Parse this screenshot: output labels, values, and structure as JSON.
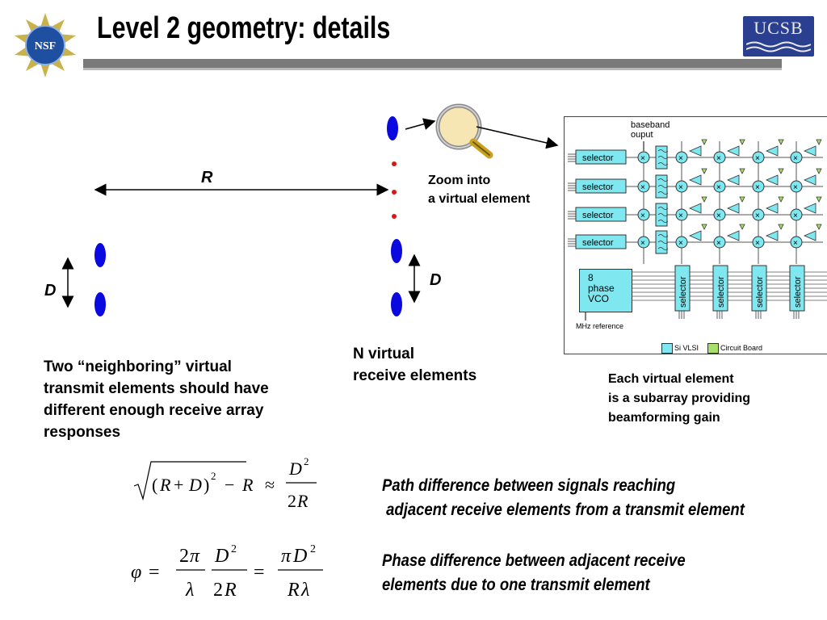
{
  "slide": {
    "title": "Level 2 geometry: details",
    "nsf_logo_text": "NSF",
    "ucsb_logo_text": "UCSB"
  },
  "geometry": {
    "r_label": "R",
    "d_left_label": "D",
    "d_right_label": "D",
    "zoom_label_line1": "Zoom into",
    "zoom_label_line2": "a virtual element",
    "n_virtual_line1": "N virtual",
    "n_virtual_line2": "receive elements",
    "neighbor_text": [
      "Two “neighboring” virtual",
      "transmit elements should have",
      "different enough receive array",
      "responses"
    ],
    "subarray_text": [
      "Each virtual element",
      "is a subarray providing",
      "beamforming gain"
    ]
  },
  "circuit": {
    "baseband_line1": "baseband",
    "baseband_line2": "ouput",
    "selector_label": "selector",
    "vco_line1": "8",
    "vco_line2": "phase",
    "vco_line3": "VCO",
    "mhz_label": "MHz reference",
    "legend_si": "Si VLSI",
    "legend_board": "Circuit Board",
    "colors": {
      "si_vlsi": "#7ee7ef",
      "circuit_board": "#a8e06a",
      "element_blue": "#0a0ae0",
      "dot_red": "#d81818"
    }
  },
  "equations": {
    "path_diff_caption": [
      "Path difference between signals reaching",
      " adjacent receive elements from a transmit element"
    ],
    "phase_diff_caption": [
      "Phase difference between adjacent receive",
      "elements due to one transmit element"
    ]
  }
}
